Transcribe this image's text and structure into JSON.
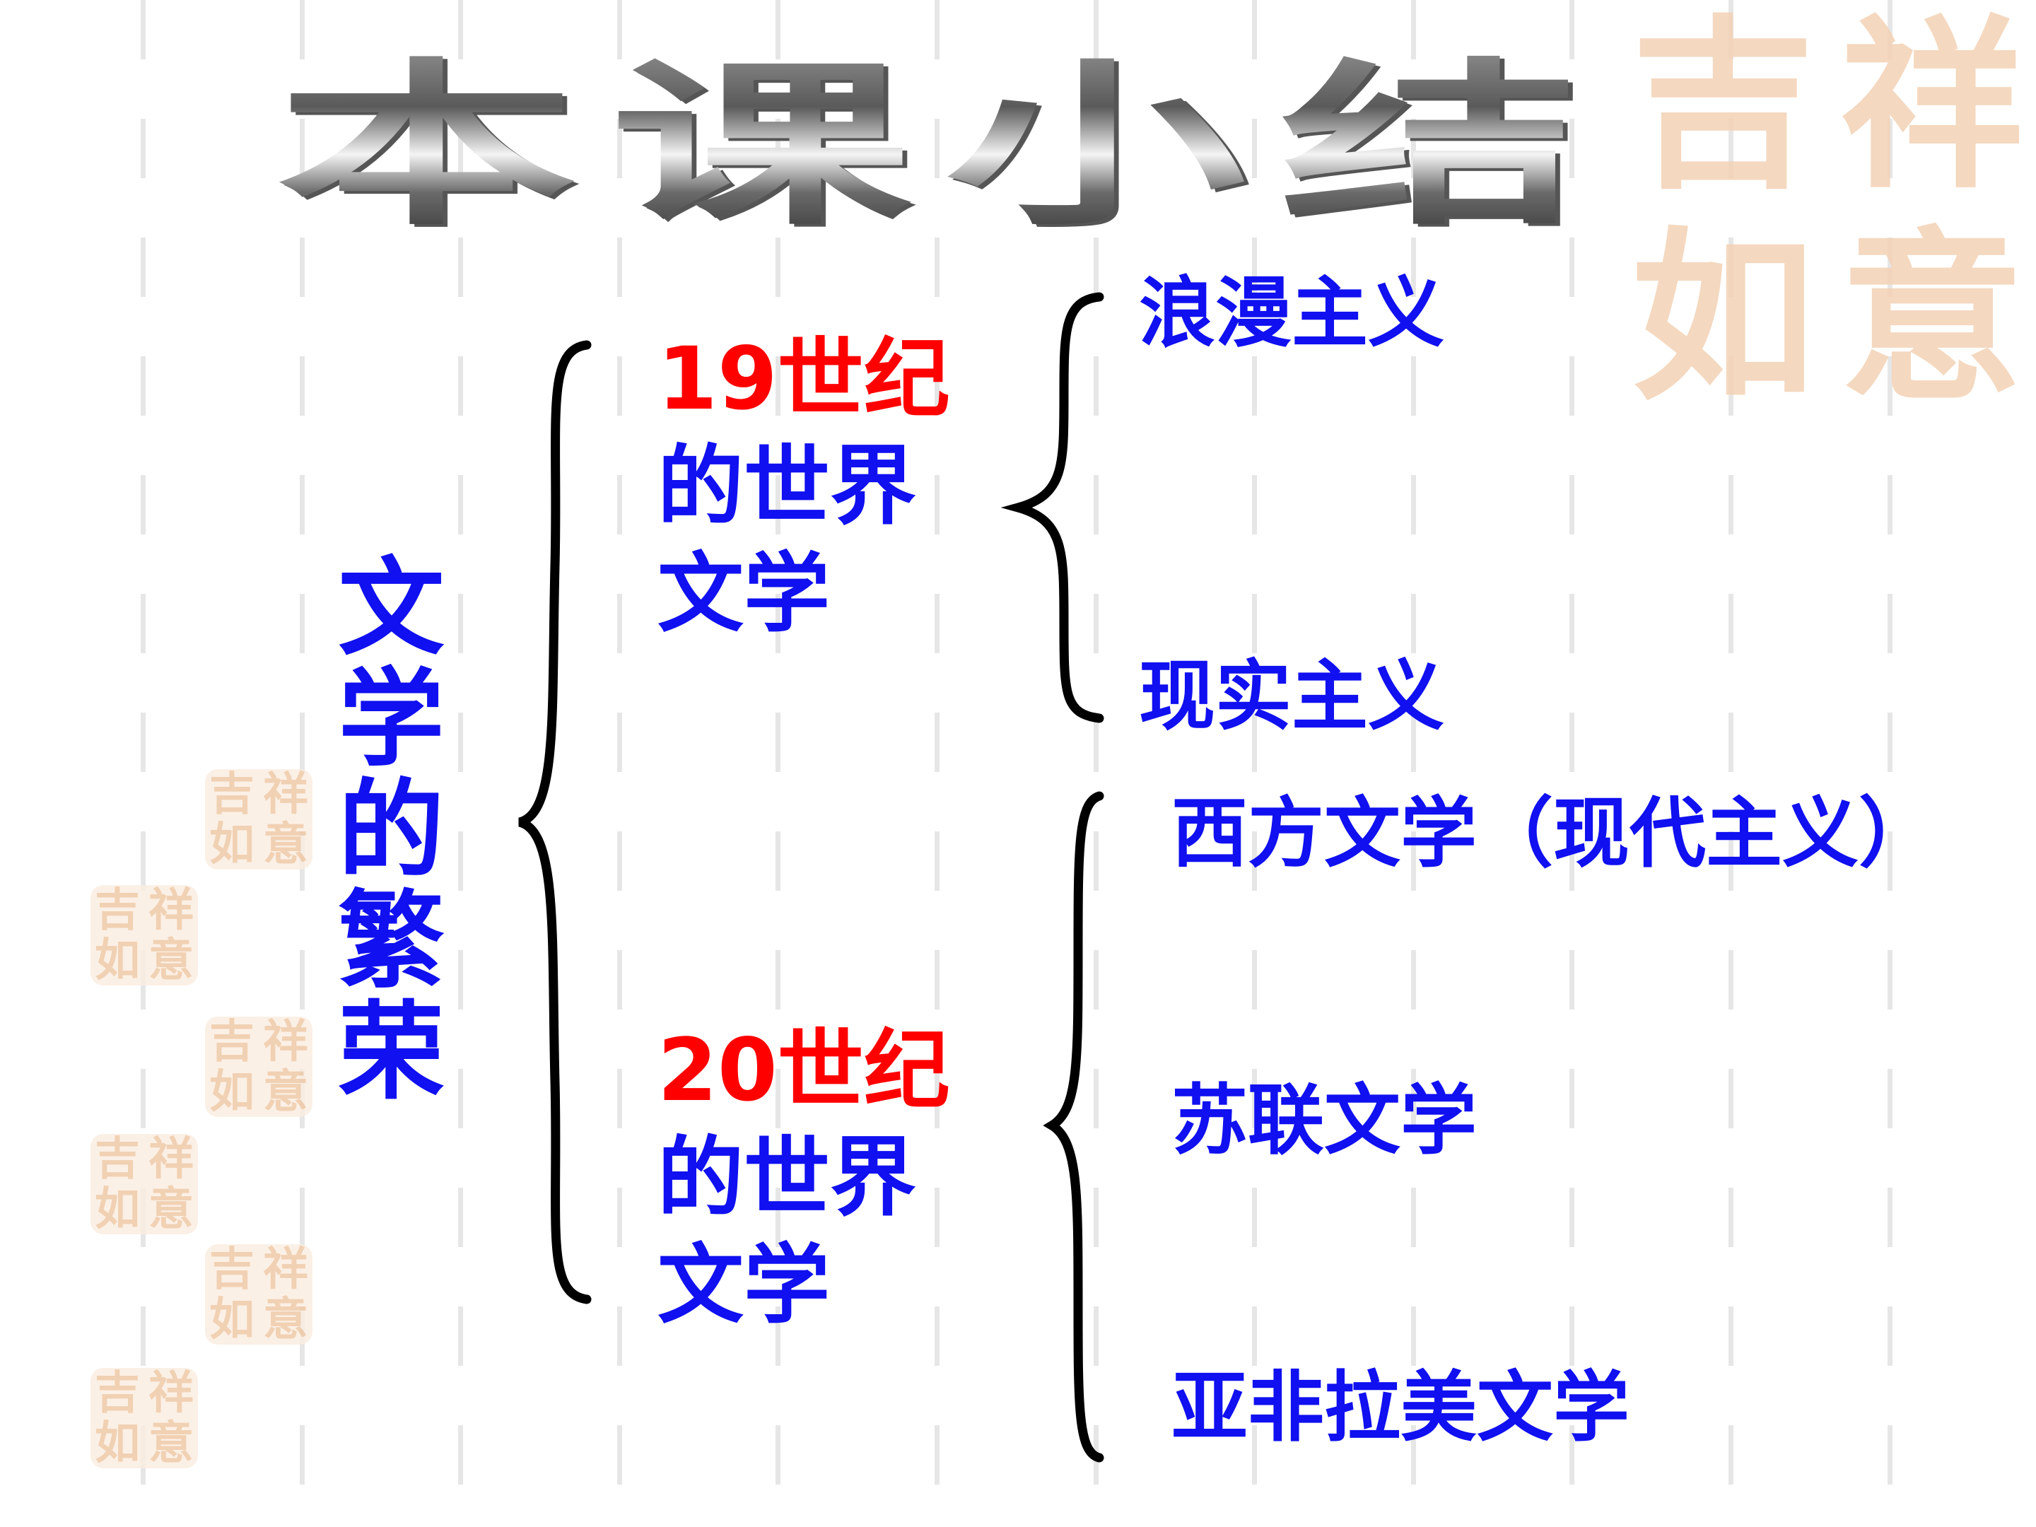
{
  "title": [
    "本",
    "课",
    "小",
    "结"
  ],
  "decoration": {
    "seal_text": [
      "吉",
      "祥",
      "如",
      "意"
    ],
    "seal_color": "#f3d2b4"
  },
  "root": {
    "label": "文学的繁荣",
    "chars": [
      "文",
      "学",
      "的",
      "繁",
      "荣"
    ]
  },
  "eras": [
    {
      "line1": "19世纪",
      "line2": "的世界",
      "line3": "文学",
      "branches": [
        "浪漫主义",
        "现实主义"
      ]
    },
    {
      "line1": "20世纪",
      "line2": "的世界",
      "line3": "文学",
      "branches": [
        "西方文学（现代主义）",
        "苏联文学",
        "亚非拉美文学"
      ]
    }
  ],
  "colors": {
    "primary_text": "#1010f0",
    "highlight": "#ff0000",
    "brace": "#000000"
  }
}
